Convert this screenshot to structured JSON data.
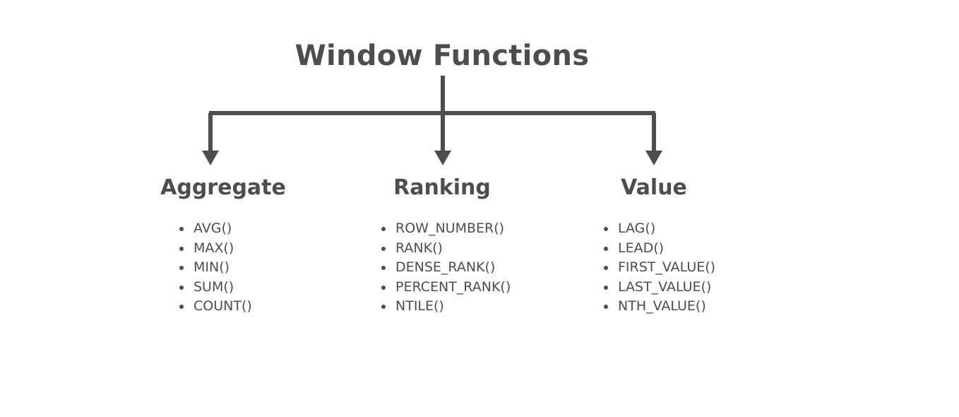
{
  "title": "Window Functions",
  "colors": {
    "text": "#4d4d4d",
    "connector": "#4d4d4d",
    "background": "#ffffff"
  },
  "categories": [
    {
      "name": "Aggregate",
      "functions": [
        "AVG()",
        "MAX()",
        "MIN()",
        "SUM()",
        "COUNT()"
      ]
    },
    {
      "name": "Ranking",
      "functions": [
        "ROW_NUMBER()",
        "RANK()",
        "DENSE_RANK()",
        "PERCENT_RANK()",
        "NTILE()"
      ]
    },
    {
      "name": "Value",
      "functions": [
        "LAG()",
        "LEAD()",
        "FIRST_VALUE()",
        "LAST_VALUE()",
        "NTH_VALUE()"
      ]
    }
  ]
}
